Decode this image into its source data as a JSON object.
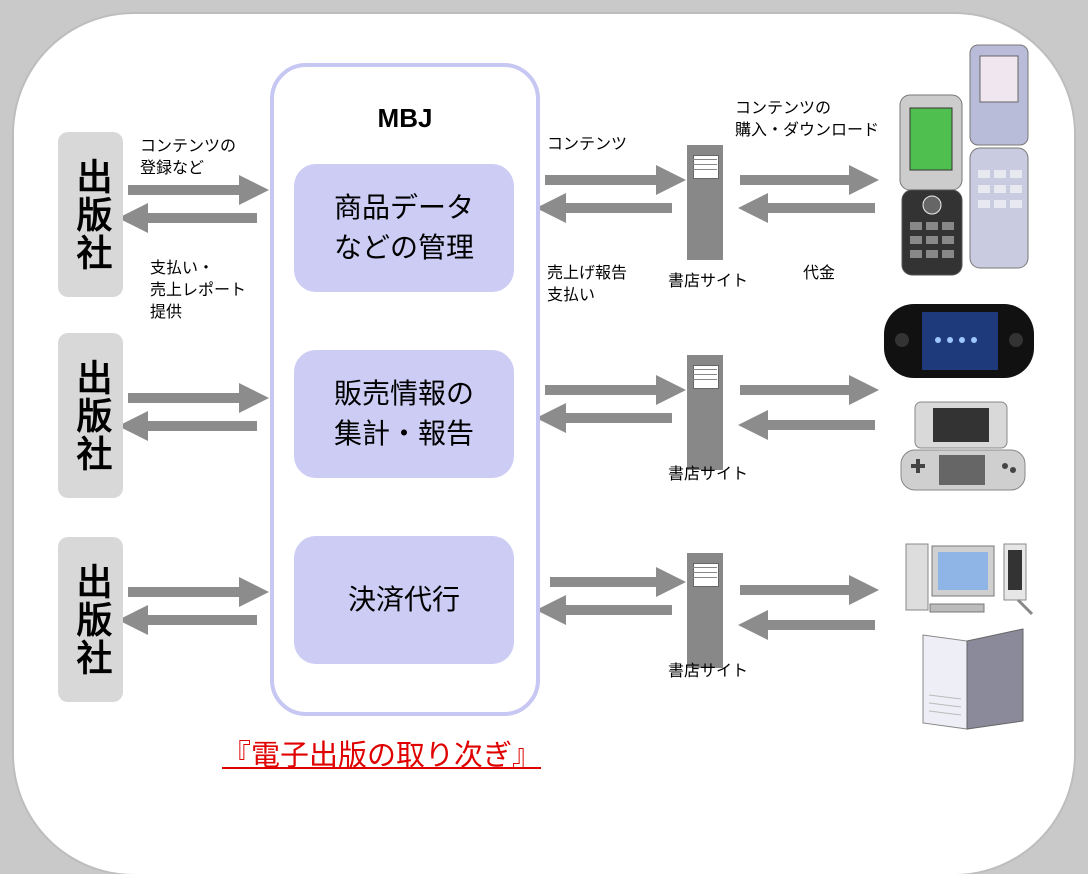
{
  "mbj_title": "MBJ",
  "publisher_label": "出版社",
  "functions": [
    "商品データ\nなどの管理",
    "販売情報の\n集計・報告",
    "決済代行"
  ],
  "left_labels": {
    "to_mbj": "コンテンツの\n登録など",
    "from_mbj": "支払い・\n売上レポート\n提供"
  },
  "mid_labels": {
    "to_store": "コンテンツ",
    "from_store": "売上げ報告\n支払い"
  },
  "store_label": "書店サイト",
  "right_labels": {
    "to_device": "コンテンツの\n購入・ダウンロード",
    "from_device": "代金"
  },
  "caption": "『電子出版の取り次ぎ』",
  "icons": [
    "server-icon",
    "flip-phone-icon",
    "psp-icon",
    "nintendo-ds-icon",
    "desktop-computer-icon",
    "ebook-reader-icon"
  ],
  "colors": {
    "arrow": "#8c8c8c",
    "function_box": "#ccccf5",
    "mbj_border": "#c7c7f3",
    "publisher_box": "#d8d8d8",
    "caption": "#e00000"
  }
}
